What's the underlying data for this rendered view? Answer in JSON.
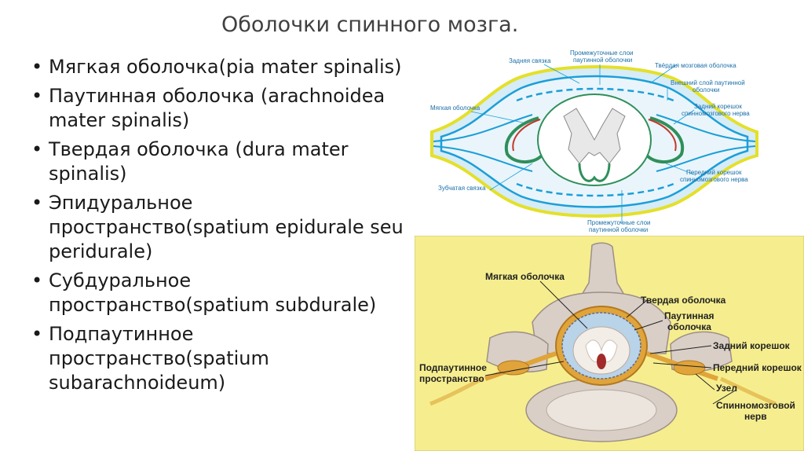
{
  "slide": {
    "title": "Оболочки спинного мозга.",
    "bullets": [
      "Мягкая оболочка(pia mater spinalis)",
      "Паутинная оболочка (arachnoidea mater spinalis)",
      "Твердая оболочка (dura mater spinalis)",
      "Эпидуральное пространство(spatium epidurale seu peridurale)",
      "Субдуральное пространство(spatium subdurale)",
      "Подпаутинное пространство(spatium subarachnoideum)"
    ],
    "bullet_symbol": "•"
  },
  "diagram_top": {
    "labels": {
      "zadnyaya_svyazka": "Задняя связка",
      "promezh_top_1": "Промежуточные слои",
      "promezh_top_2": "паутинной оболочки",
      "tverdaya": "Твёрдая мозговая оболочка",
      "vneshniy_1": "Внешний слой паутинной",
      "vneshniy_2": "оболочки",
      "myagkaya": "Мягкая оболочка",
      "zadniy_1": "Задний корешок",
      "zadniy_2": "спинномозгового нерва",
      "peredniy_1": "Передний корешок",
      "peredniy_2": "спинномозгового нерва",
      "zubchataya": "Зубчатая связка",
      "promezh_bot_1": "Промежуточные слои",
      "promezh_bot_2": "паутинной оболочки"
    },
    "colors": {
      "dura": "#e4e02a",
      "arachnoid": "#1b9fd8",
      "pia": "#2f8f5a",
      "space": "#d6ecf7"
    }
  },
  "diagram_bottom": {
    "labels": {
      "myagkaya": "Мягкая оболочка",
      "tverdaya": "Твердая оболочка",
      "pautinnaya_1": "Паутинная",
      "pautinnaya_2": "оболочка",
      "zadniy": "Задний корешок",
      "podpautinnoe_1": "Подпаутинное",
      "podpautinnoe_2": "пространство",
      "peredniy": "Передний корешок",
      "uzel": "Узел",
      "nerv_1": "Спинномозговой",
      "nerv_2": "нерв"
    },
    "colors": {
      "background": "#f6ee8e",
      "bone": "#d9cfc6",
      "dura": "#e0a43a",
      "cord": "#f2ede6"
    }
  }
}
